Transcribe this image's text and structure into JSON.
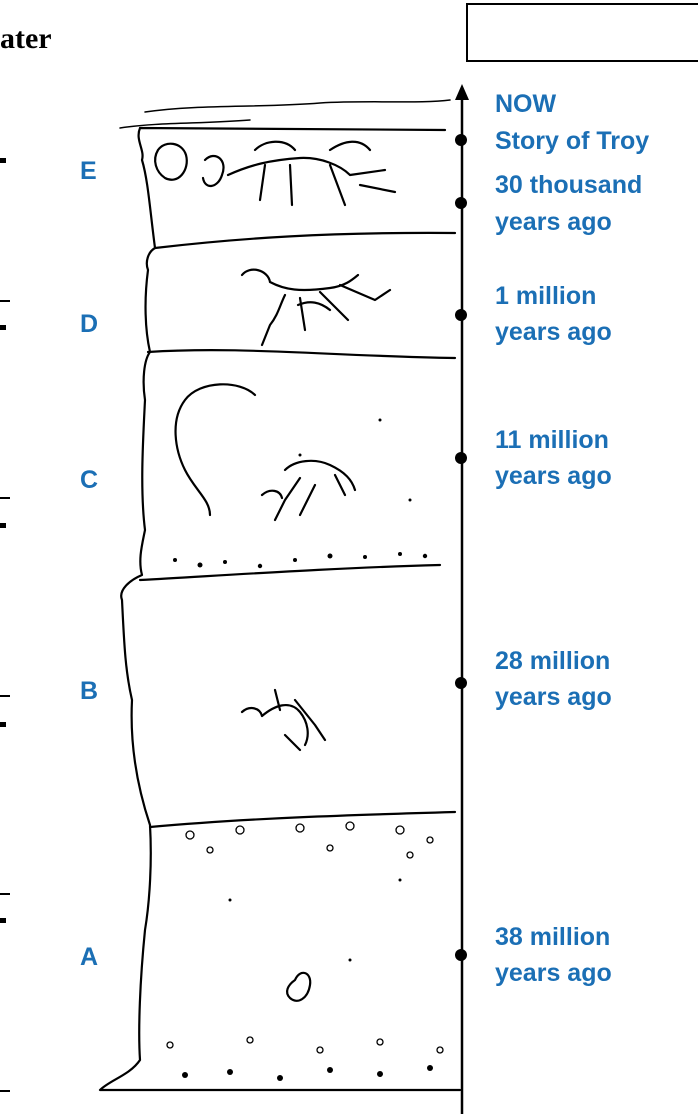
{
  "title_fragment": "ater",
  "layers": [
    {
      "letter": "E"
    },
    {
      "letter": "D"
    },
    {
      "letter": "C"
    },
    {
      "letter": "B"
    },
    {
      "letter": "A"
    }
  ],
  "timeline": {
    "now": "NOW",
    "events": [
      {
        "line1": "Story of Troy",
        "line2": ""
      },
      {
        "line1": "30 thousand",
        "line2": "years ago"
      },
      {
        "line1": "1 million",
        "line2": "years ago"
      },
      {
        "line1": "11 million",
        "line2": "years ago"
      },
      {
        "line1": "28 million",
        "line2": "years ago"
      },
      {
        "line1": "38 million",
        "line2": "years ago"
      }
    ]
  },
  "colors": {
    "label": "#1b6fb5",
    "ink": "#000000"
  }
}
